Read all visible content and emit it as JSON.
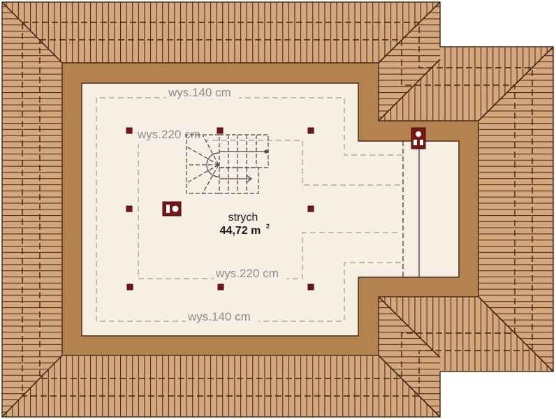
{
  "plan": {
    "room": {
      "name": "strych",
      "area": "44,72 m",
      "area_sup": "2"
    },
    "height_labels": {
      "outer_top": "wys.140 cm",
      "inner_top": "wys.220 cm",
      "inner_bottom": "wys.220 cm",
      "outer_bottom": "wys.140 cm"
    },
    "icons": {
      "chimney_left": "chimney-icon",
      "chimney_right": "chimney-icon",
      "posts": "post-icon",
      "stairs": "stairs-icon"
    }
  },
  "colors": {
    "roof_tile": "#d4a77c",
    "roof_line": "#4a2e1a",
    "wall": "#b5834f",
    "floor": "#f8efe4",
    "post": "#7a1515",
    "height_line": "#b0aaa2",
    "label": "#8c8c8c"
  }
}
